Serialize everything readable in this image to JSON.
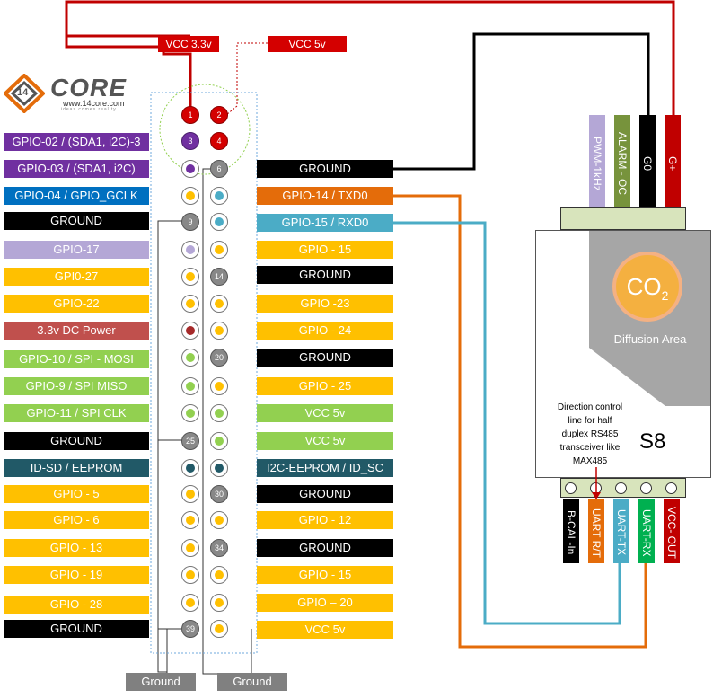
{
  "logo": {
    "brand": "CORE",
    "mark": "14",
    "url": "www.14core.com",
    "tagline": "ideas comes reality"
  },
  "power": {
    "vcc33": "VCC 3.3v",
    "vcc5": "VCC 5v"
  },
  "left_labels": [
    {
      "text": "GPIO-02 / (SDA1, i2C)-3",
      "bg": "#7030a0",
      "fg": "#ffffff"
    },
    {
      "text": "GPIO-03 / (SDA1, i2C)",
      "bg": "#7030a0",
      "fg": "#ffffff"
    },
    {
      "text": "GPIO-04 / GPIO_GCLK",
      "bg": "#0070c0",
      "fg": "#ffffff"
    },
    {
      "text": "GROUND",
      "bg": "#000000",
      "fg": "#ffffff"
    },
    {
      "text": "GPIO-17",
      "bg": "#b4a7d6",
      "fg": "#ffffff"
    },
    {
      "text": "GPI0-27",
      "bg": "#ffc000",
      "fg": "#ffffff"
    },
    {
      "text": "GPIO-22",
      "bg": "#ffc000",
      "fg": "#ffffff"
    },
    {
      "text": "3.3v DC Power",
      "bg": "#c0504d",
      "fg": "#ffffff"
    },
    {
      "text": "GPIO-10 / SPI - MOSI",
      "bg": "#92d050",
      "fg": "#ffffff"
    },
    {
      "text": "GPIO-9 / SPI MISO",
      "bg": "#92d050",
      "fg": "#ffffff"
    },
    {
      "text": "GPIO-11 / SPI CLK",
      "bg": "#92d050",
      "fg": "#ffffff"
    },
    {
      "text": "GROUND",
      "bg": "#000000",
      "fg": "#ffffff"
    },
    {
      "text": "ID-SD / EEPROM",
      "bg": "#215967",
      "fg": "#ffffff"
    },
    {
      "text": "GPIO - 5",
      "bg": "#ffc000",
      "fg": "#ffffff"
    },
    {
      "text": "GPIO - 6",
      "bg": "#ffc000",
      "fg": "#ffffff"
    },
    {
      "text": "GPIO - 13",
      "bg": "#ffc000",
      "fg": "#ffffff"
    },
    {
      "text": "GPIO - 19",
      "bg": "#ffc000",
      "fg": "#ffffff"
    },
    {
      "text": "GPIO - 28",
      "bg": "#ffc000",
      "fg": "#ffffff"
    },
    {
      "text": "GROUND",
      "bg": "#000000",
      "fg": "#ffffff"
    }
  ],
  "right_labels": [
    {
      "text": "GROUND",
      "bg": "#000000",
      "fg": "#ffffff"
    },
    {
      "text": "GPIO-14 / TXD0",
      "bg": "#e46c0a",
      "fg": "#ffffff"
    },
    {
      "text": "GPIO-15 / RXD0",
      "bg": "#4bacc6",
      "fg": "#ffffff"
    },
    {
      "text": "GPIO - 15",
      "bg": "#ffc000",
      "fg": "#ffffff"
    },
    {
      "text": "GROUND",
      "bg": "#000000",
      "fg": "#ffffff"
    },
    {
      "text": "GPIO -23",
      "bg": "#ffc000",
      "fg": "#ffffff"
    },
    {
      "text": "GPIO - 24",
      "bg": "#ffc000",
      "fg": "#ffffff"
    },
    {
      "text": "GROUND",
      "bg": "#000000",
      "fg": "#ffffff"
    },
    {
      "text": "GPIO - 25",
      "bg": "#ffc000",
      "fg": "#ffffff"
    },
    {
      "text": "VCC 5v",
      "bg": "#92d050",
      "fg": "#ffffff"
    },
    {
      "text": "VCC 5v",
      "bg": "#92d050",
      "fg": "#ffffff"
    },
    {
      "text": "I2C-EEPROM / ID_SC",
      "bg": "#215967",
      "fg": "#ffffff"
    },
    {
      "text": "GROUND",
      "bg": "#000000",
      "fg": "#ffffff"
    },
    {
      "text": "GPIO - 12",
      "bg": "#ffc000",
      "fg": "#ffffff"
    },
    {
      "text": "GROUND",
      "bg": "#000000",
      "fg": "#ffffff"
    },
    {
      "text": "GPIO - 15",
      "bg": "#ffc000",
      "fg": "#ffffff"
    },
    {
      "text": "GPIO – 20",
      "bg": "#ffc000",
      "fg": "#ffffff"
    },
    {
      "text": "VCC 5v",
      "bg": "#ffc000",
      "fg": "#ffffff"
    }
  ],
  "header_pins": [
    {
      "left": {
        "num": "1",
        "color": "#d40000"
      },
      "right": {
        "num": "2",
        "color": "#d40000"
      }
    },
    {
      "left": {
        "num": "3",
        "color": "#7030a0"
      },
      "right": {
        "num": "4",
        "color": "#d40000"
      }
    },
    {
      "left": {
        "color": "#7030a0"
      },
      "right": {
        "num": "6",
        "color": "#888888"
      }
    },
    {
      "left": {
        "color": "#ffc000"
      },
      "right": {
        "color": "#4bacc6"
      }
    },
    {
      "left": {
        "num": "9",
        "color": "#888888"
      },
      "right": {
        "color": "#4bacc6"
      }
    },
    {
      "left": {
        "color": "#b4a7d6"
      },
      "right": {
        "color": "#ffc000"
      }
    },
    {
      "left": {
        "color": "#ffc000"
      },
      "right": {
        "num": "14",
        "color": "#888888"
      }
    },
    {
      "left": {
        "color": "#ffc000"
      },
      "right": {
        "color": "#ffc000"
      }
    },
    {
      "left": {
        "color": "#a52a2a"
      },
      "right": {
        "color": "#ffc000"
      }
    },
    {
      "left": {
        "color": "#92d050"
      },
      "right": {
        "num": "20",
        "color": "#888888"
      }
    },
    {
      "left": {
        "color": "#92d050"
      },
      "right": {
        "color": "#ffc000"
      }
    },
    {
      "left": {
        "color": "#92d050"
      },
      "right": {
        "color": "#92d050"
      }
    },
    {
      "left": {
        "num": "25",
        "color": "#888888"
      },
      "right": {
        "color": "#92d050"
      }
    },
    {
      "left": {
        "color": "#215967"
      },
      "right": {
        "color": "#215967"
      }
    },
    {
      "left": {
        "color": "#ffc000"
      },
      "right": {
        "num": "30",
        "color": "#888888"
      }
    },
    {
      "left": {
        "color": "#ffc000"
      },
      "right": {
        "color": "#ffc000"
      }
    },
    {
      "left": {
        "color": "#ffc000"
      },
      "right": {
        "num": "34",
        "color": "#888888"
      }
    },
    {
      "left": {
        "color": "#ffc000"
      },
      "right": {
        "color": "#ffc000"
      }
    },
    {
      "left": {
        "color": "#ffc000"
      },
      "right": {
        "color": "#ffc000"
      }
    },
    {
      "left": {
        "num": "39",
        "color": "#888888"
      },
      "right": {
        "color": "#ffc000"
      }
    }
  ],
  "ground_labels": [
    "Ground",
    "Ground"
  ],
  "sensor": {
    "name": "S8",
    "co2": "CO",
    "co2_sub": "2",
    "diffusion": "Diffusion Area",
    "note": [
      "Direction control",
      "line for half",
      "duplex RS485",
      "transceiver like",
      "MAX485"
    ],
    "top_pins": [
      {
        "text": "PWM-1kHz",
        "bg": "#b4a7d6"
      },
      {
        "text": "ALARM - OC",
        "bg": "#77933c"
      },
      {
        "text": "G0",
        "bg": "#000000"
      },
      {
        "text": "G+",
        "bg": "#c00000"
      }
    ],
    "bottom_pins": [
      {
        "text": "B-CAL-In",
        "bg": "#000000"
      },
      {
        "text": "UART R/T",
        "bg": "#e46c0a"
      },
      {
        "text": "UART-TX",
        "bg": "#4bacc6"
      },
      {
        "text": "UART-RX",
        "bg": "#00b050"
      },
      {
        "text": "VCC- OUT",
        "bg": "#c00000"
      }
    ]
  }
}
